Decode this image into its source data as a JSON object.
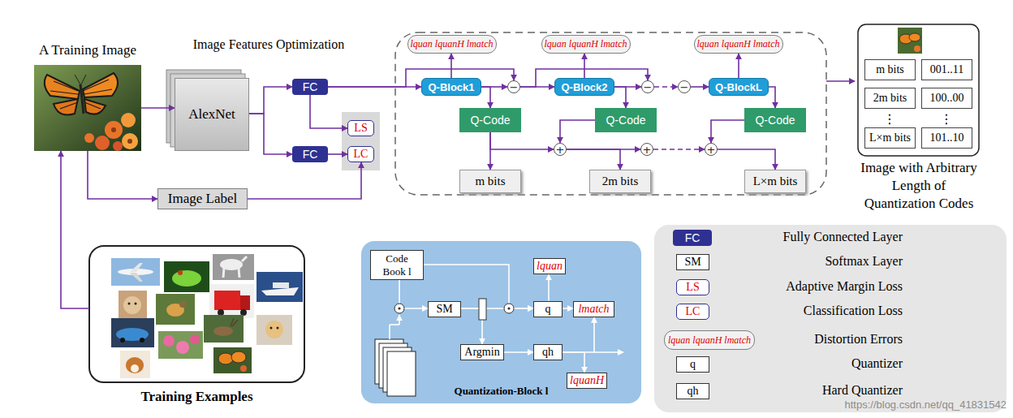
{
  "diagram": {
    "nodes": [
      {
        "text": [
          "A Training Image"
        ]
      },
      {
        "text": [
          "AlexNet"
        ]
      },
      {
        "text": [
          "FC"
        ]
      },
      {
        "text": [
          "FC"
        ]
      },
      {
        "text": [
          "LS"
        ]
      },
      {
        "text": [
          "LC"
        ]
      },
      {
        "text": [
          "Image Label"
        ]
      },
      {
        "text": [
          "lquan lquanH lmatch"
        ]
      },
      {
        "text": [
          "lquan lquanH lmatch"
        ]
      },
      {
        "text": [
          "lquan lquanH lmatch"
        ]
      },
      {
        "text": [
          "Q-Block1"
        ]
      },
      {
        "text": [
          "−"
        ]
      },
      {
        "text": [
          "Q-Block2"
        ]
      },
      {
        "text": [
          "−"
        ]
      },
      {
        "text": [
          "−"
        ]
      },
      {
        "text": [
          "Q-BlockL"
        ]
      },
      {
        "text": [
          "Q-Code"
        ]
      },
      {
        "text": [
          "Q-Code"
        ]
      },
      {
        "text": [
          "Q-Code"
        ]
      },
      {
        "text": [
          "+"
        ]
      },
      {
        "text": [
          "+"
        ]
      },
      {
        "text": [
          "+"
        ]
      },
      {
        "text": [
          "m bits"
        ]
      },
      {
        "text": [
          "2m bits"
        ]
      },
      {
        "text": [
          "L×m bits"
        ]
      },
      {
        "text": [
          "Image with Arbitrary Length of Quantization Codes"
        ]
      },
      {
        "text": [
          "m bits"
        ],
        "in": 25
      },
      {
        "text": [
          "001..11"
        ],
        "in": 25
      },
      {
        "text": [
          "2m bits"
        ],
        "in": 25
      },
      {
        "text": [
          "100..00"
        ],
        "in": 25
      },
      {
        "text": [
          "L×m bits"
        ],
        "in": 25
      },
      {
        "text": [
          "101..10"
        ],
        "in": 25
      },
      {
        "text": [
          "Training Examples"
        ]
      },
      {
        "text": [
          "Quantization-Block l"
        ]
      },
      {
        "text": [
          "Code Book l"
        ],
        "in": 33
      },
      {
        "text": [
          "SM"
        ],
        "in": 33
      },
      {
        "text": [
          "lquan"
        ],
        "in": 33
      },
      {
        "text": [
          "q"
        ],
        "in": 33
      },
      {
        "text": [
          "lmatch"
        ],
        "in": 33
      },
      {
        "text": [
          "Argmin"
        ],
        "in": 33
      },
      {
        "text": [
          "qh"
        ],
        "in": 33
      },
      {
        "text": [
          "lquanH"
        ],
        "in": 33
      }
    ],
    "edges": [
      {
        "from": 32,
        "to": 0,
        "arrow": "to"
      },
      {
        "from": 0,
        "to": 1,
        "arrow": "to"
      },
      {
        "from": 0,
        "to": 6,
        "arrow": "to"
      },
      {
        "from": 1,
        "to": 2,
        "arrow": "to"
      },
      {
        "from": 1,
        "to": 3,
        "arrow": "to"
      },
      {
        "from": 2,
        "to": 4,
        "arrow": "to"
      },
      {
        "from": 3,
        "to": 5,
        "arrow": "to"
      },
      {
        "from": 6,
        "to": 5,
        "arrow": "to"
      },
      {
        "from": 2,
        "to": 10,
        "arrow": "to"
      },
      {
        "from": 2,
        "to": 11,
        "arrow": "to"
      },
      {
        "from": 10,
        "to": 7,
        "arrow": "to"
      },
      {
        "from": 10,
        "to": 11,
        "arrow": "to"
      },
      {
        "from": 10,
        "to": 16,
        "arrow": "to"
      },
      {
        "from": 11,
        "to": 12,
        "arrow": "to"
      },
      {
        "from": 11,
        "to": 13,
        "arrow": "to"
      },
      {
        "from": 12,
        "to": 8,
        "arrow": "to"
      },
      {
        "from": 12,
        "to": 13,
        "arrow": "to"
      },
      {
        "from": 12,
        "to": 17,
        "arrow": "to"
      },
      {
        "from": 13,
        "to": 14,
        "arrow": "to"
      },
      {
        "from": 14,
        "to": 15,
        "arrow": "to"
      },
      {
        "from": 15,
        "to": 9,
        "arrow": "to"
      },
      {
        "from": 15,
        "to": 18,
        "arrow": "to"
      },
      {
        "from": 16,
        "to": 22,
        "arrow": "to"
      },
      {
        "from": 16,
        "to": 19,
        "arrow": "to"
      },
      {
        "from": 17,
        "to": 19,
        "arrow": "to"
      },
      {
        "from": 19,
        "to": 23,
        "arrow": "to"
      },
      {
        "from": 19,
        "to": 20,
        "arrow": "to"
      },
      {
        "from": 20,
        "to": 21,
        "arrow": "to"
      },
      {
        "from": 18,
        "to": 21,
        "arrow": "to"
      },
      {
        "from": 21,
        "to": 24,
        "arrow": "to"
      },
      {
        "from": 34,
        "to": 35,
        "arrow": "to"
      },
      {
        "from": 34,
        "to": 37,
        "arrow": "to"
      },
      {
        "from": 35,
        "to": 37,
        "arrow": "to"
      },
      {
        "from": 35,
        "to": 39,
        "arrow": "to"
      },
      {
        "from": 37,
        "to": 36,
        "arrow": "to"
      },
      {
        "from": 37,
        "to": 38,
        "arrow": "to"
      },
      {
        "from": 39,
        "to": 40,
        "arrow": "to"
      },
      {
        "from": 40,
        "to": 38,
        "arrow": "to"
      },
      {
        "from": 40,
        "to": 41,
        "arrow": "to"
      }
    ],
    "labels": [
      "Image Features Optimization",
      "⋮",
      "⋮",
      "FC",
      "SM",
      "LS",
      "LC",
      "lquan lquanH lmatch",
      "q",
      "qh",
      "https://blog.csdn.net/qq_41831542"
    ],
    "legend": [
      {
        "text": "Fully Connected Layer",
        "color": "#2e3192"
      },
      {
        "text": "Softmax Layer"
      },
      {
        "text": "Adaptive Margin Loss"
      },
      {
        "text": "Classification Loss"
      },
      {
        "text": "Distortion Errors"
      },
      {
        "text": "Quantizer"
      },
      {
        "text": "Hard Quantizer"
      }
    ]
  }
}
